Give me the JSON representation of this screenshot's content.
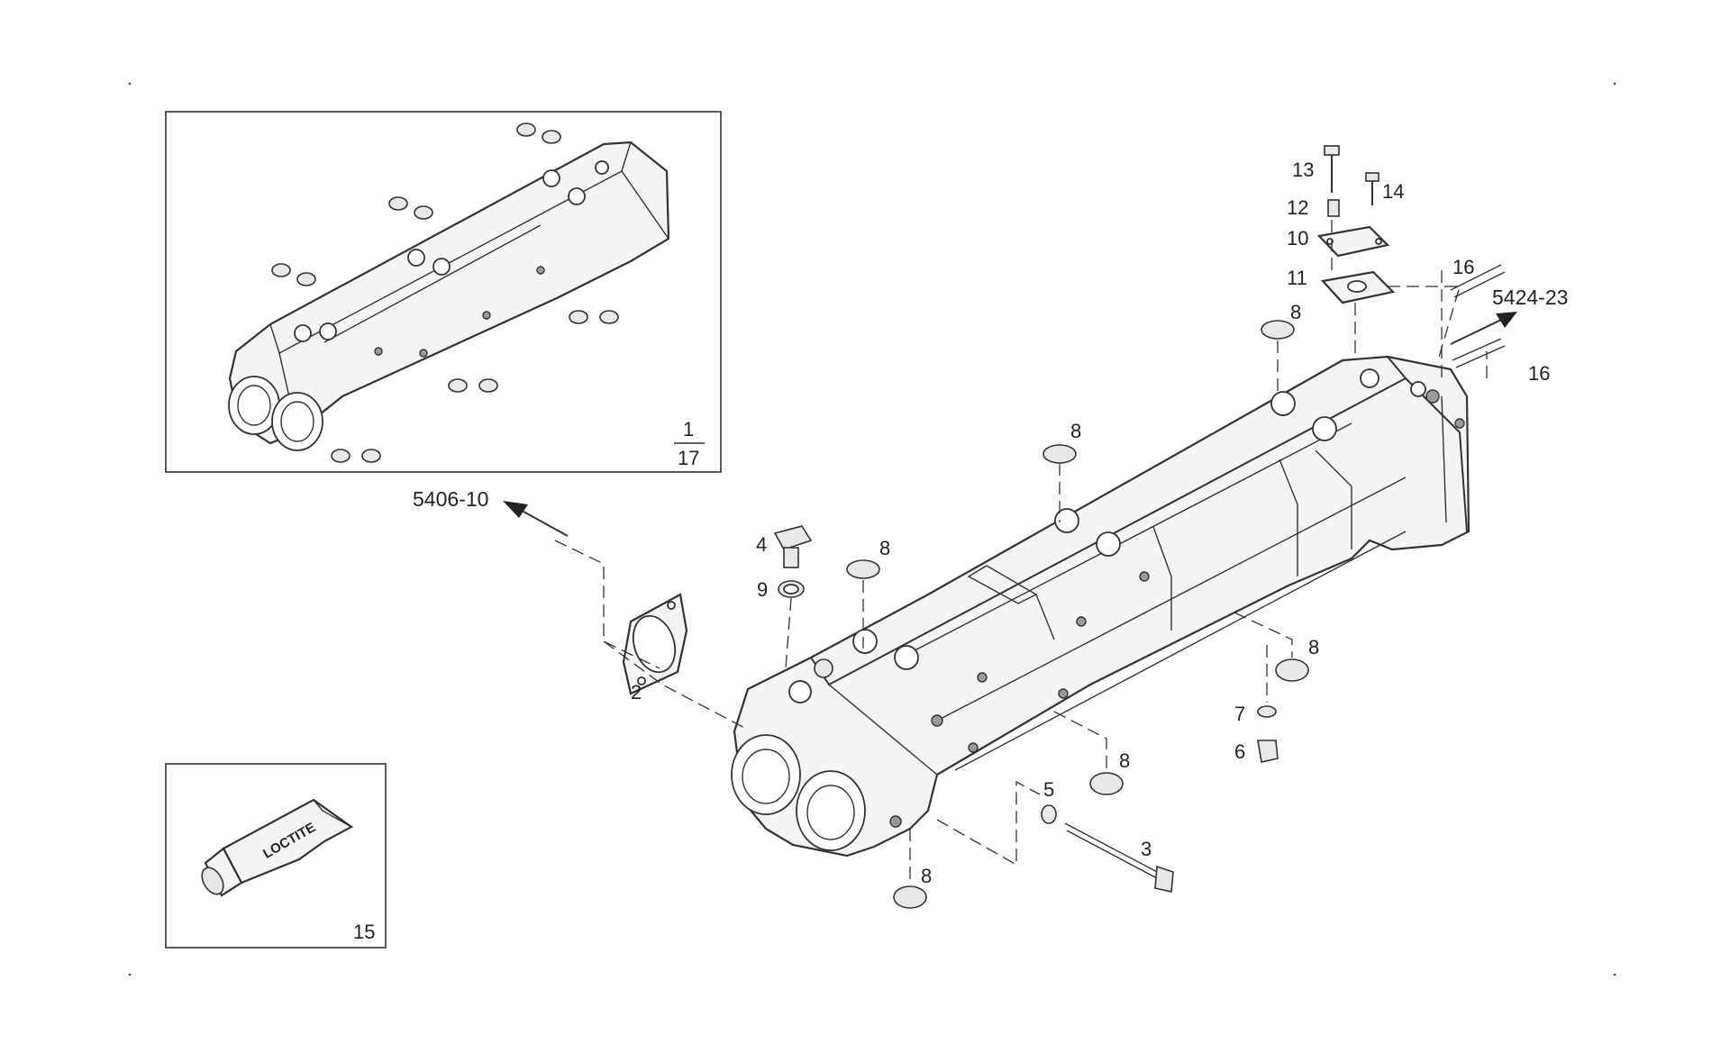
{
  "callouts": {
    "c1": "1",
    "c2": "2",
    "c3": "3",
    "c4": "4",
    "c5": "5",
    "c6": "6",
    "c7": "7",
    "c8": "8",
    "c9": "9",
    "c10": "10",
    "c11": "11",
    "c12": "12",
    "c13": "13",
    "c14": "14",
    "c15": "15",
    "c16": "16",
    "c17": "17"
  },
  "references": {
    "left": "5406-10",
    "right": "5424-23"
  },
  "tube_label": "LOCTITE"
}
